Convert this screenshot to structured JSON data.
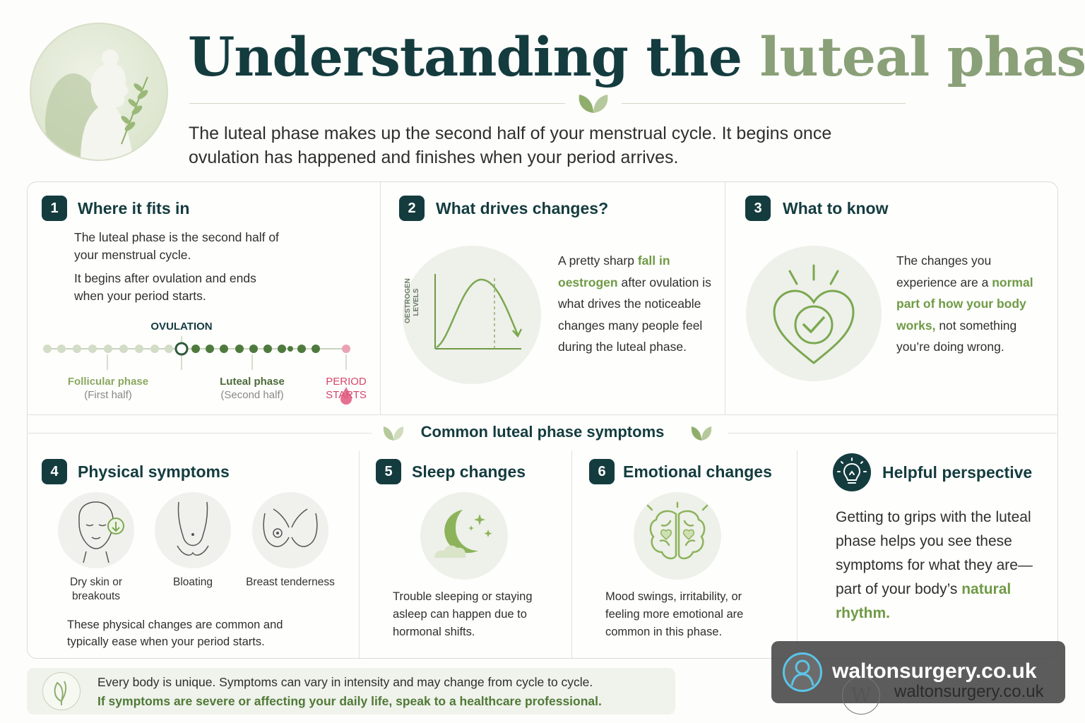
{
  "header": {
    "title_main": "Understanding the",
    "title_accent": "luteal phase",
    "intro": "The luteal phase makes up the second half of your menstrual cycle. It begins once ovulation has happened and finishes when your period arrives."
  },
  "sections": {
    "s1": {
      "number": "1",
      "title": "Where it fits in",
      "p1": "The luteal phase is the second half of your menstrual cycle.",
      "p2": "It begins after ovulation and ends when your period starts.",
      "timeline": {
        "ovulation_label": "OVULATION",
        "follicular_label": "Follicular phase",
        "follicular_sub": "(First half)",
        "luteal_label": "Luteal phase",
        "luteal_sub": "(Second half)",
        "period_label_line1": "PERIOD",
        "period_label_line2": "STARTS"
      }
    },
    "s2": {
      "number": "2",
      "title": "What drives changes?",
      "axis_label_line1": "OESTROGEN",
      "axis_label_line2": "LEVELS",
      "text_a": "A pretty sharp ",
      "text_hl": "fall in oestrogen",
      "text_b": " after ovulation is what drives the noticeable changes many people feel during the luteal phase."
    },
    "s3": {
      "number": "3",
      "title": "What to know",
      "text_a": "The changes you experience are a ",
      "text_hl": "normal part of how your body works,",
      "text_b": " not something you’re doing wrong."
    },
    "common": {
      "title": "Common luteal phase symptoms"
    },
    "s4": {
      "number": "4",
      "title": "Physical symptoms",
      "items": [
        {
          "label": "Dry skin or breakouts"
        },
        {
          "label": "Bloating"
        },
        {
          "label": "Breast tenderness"
        }
      ],
      "note": "These physical changes are common and typically ease when your period starts."
    },
    "s5": {
      "number": "5",
      "title": "Sleep changes",
      "text": "Trouble sleeping or staying asleep can happen due to hormonal shifts."
    },
    "s6": {
      "number": "6",
      "title": "Emotional changes",
      "text": "Mood swings, irritability, or feeling more emotional are common in this phase."
    },
    "perspective": {
      "title": "Helpful perspective",
      "text_a": "Getting to grips with the luteal phase helps you see these symptoms for what they are—part of your body’s ",
      "text_hl": "natural rhythm."
    }
  },
  "footer": {
    "line1": "Every body is unique. Symptoms can vary in intensity and may change from cycle to cycle.",
    "line2": "If symptoms are severe or affecting your daily life, speak to a healthcare professional."
  },
  "watermark": {
    "main": "waltonsurgery.co.uk",
    "sub": "waltonsurgery.co.uk",
    "logo_letter": "W"
  },
  "colors": {
    "navy": "#143c3f",
    "sage": "#8aa078",
    "green": "#6f9a45",
    "red": "#d4466a"
  }
}
